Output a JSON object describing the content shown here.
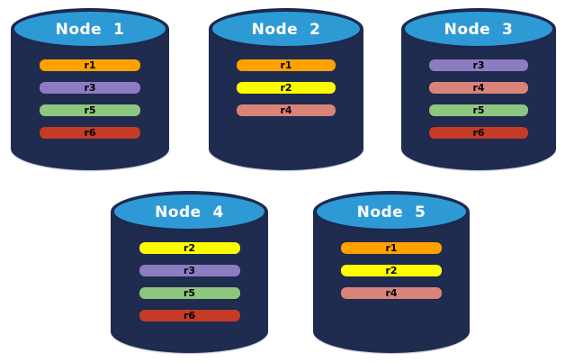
{
  "diagram": {
    "background": "#ffffff",
    "colors": {
      "cylinder_body": "#1f2b4f",
      "cylinder_top_fill": "#2e9ad5",
      "cylinder_top_border": "#1b2a4e",
      "bar_text": "#000000",
      "title_text": "#ffffff",
      "replicas": {
        "r1": "#ffa200",
        "r2": "#fdfd00",
        "r3": "#8e7cc3",
        "r4": "#d98379",
        "r5": "#8dc77f",
        "r6": "#c53b26"
      }
    },
    "nodes": [
      {
        "id": "node-1",
        "title": "Node  1",
        "replicas": [
          "r1",
          "r3",
          "r5",
          "r6"
        ]
      },
      {
        "id": "node-2",
        "title": "Node  2",
        "replicas": [
          "r1",
          "r2",
          "r4"
        ]
      },
      {
        "id": "node-3",
        "title": "Node  3",
        "replicas": [
          "r3",
          "r4",
          "r5",
          "r6"
        ]
      },
      {
        "id": "node-4",
        "title": "Node  4",
        "replicas": [
          "r2",
          "r3",
          "r5",
          "r6"
        ]
      },
      {
        "id": "node-5",
        "title": "Node  5",
        "replicas": [
          "r1",
          "r2",
          "r4"
        ]
      }
    ]
  }
}
